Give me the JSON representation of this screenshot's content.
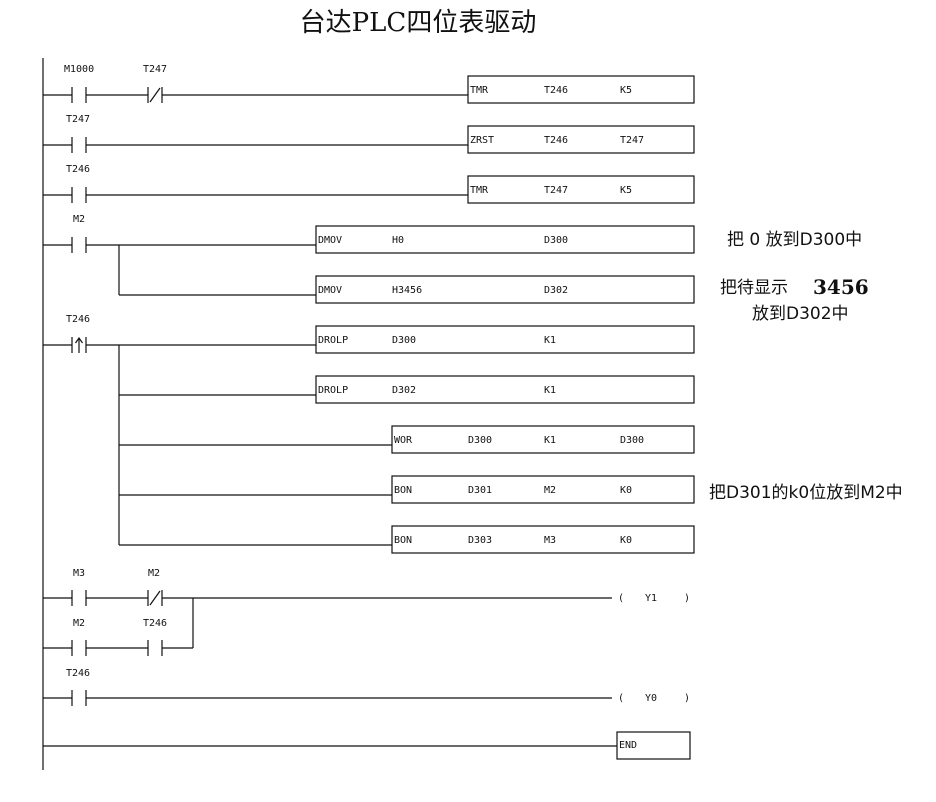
{
  "title": "台达PLC四位表驱动",
  "rungs": [
    {
      "contacts": [
        {
          "label": "M1000",
          "type": "no"
        },
        {
          "label": "T247",
          "type": "nc"
        }
      ],
      "instruction": {
        "op": "TMR",
        "args": [
          "T246",
          "K5"
        ]
      }
    },
    {
      "contacts": [
        {
          "label": "T247",
          "type": "no"
        }
      ],
      "instruction": {
        "op": "ZRST",
        "args": [
          "T246",
          "T247"
        ]
      }
    },
    {
      "contacts": [
        {
          "label": "T246",
          "type": "no"
        }
      ],
      "instruction": {
        "op": "TMR",
        "args": [
          "T247",
          "K5"
        ]
      }
    },
    {
      "contacts": [
        {
          "label": "M2",
          "type": "no"
        }
      ],
      "instructions": [
        {
          "op": "DMOV",
          "args": [
            "H0",
            "D300"
          ]
        },
        {
          "op": "DMOV",
          "args": [
            "H3456",
            "D302"
          ]
        }
      ]
    },
    {
      "contacts": [
        {
          "label": "T246",
          "type": "pulse"
        }
      ],
      "instructions": [
        {
          "op": "DROLP",
          "args": [
            "D300",
            "K1"
          ]
        },
        {
          "op": "DROLP",
          "args": [
            "D302",
            "K1"
          ]
        },
        {
          "op": "WOR",
          "args": [
            "D300",
            "K1",
            "D300"
          ]
        },
        {
          "op": "BON",
          "args": [
            "D301",
            "M2",
            "K0"
          ]
        },
        {
          "op": "BON",
          "args": [
            "D303",
            "M3",
            "K0"
          ]
        }
      ]
    },
    {
      "contacts": [
        {
          "label": "M3",
          "type": "no"
        },
        {
          "label": "M2",
          "type": "nc"
        }
      ],
      "parallel": [
        {
          "label": "M2",
          "type": "no"
        },
        {
          "label": "T246",
          "type": "no"
        }
      ],
      "coil": "Y1"
    },
    {
      "contacts": [
        {
          "label": "T246",
          "type": "no"
        }
      ],
      "coil": "Y0"
    },
    {
      "end": "END"
    }
  ],
  "notes": {
    "move_zero": "把 0 放到D300中",
    "display_prefix": "把待显示",
    "display_value": "3456",
    "display_suffix": "放到D302中",
    "bit_note": "把D301的k0位放到M2中"
  },
  "coil_open": "(",
  "coil_close": ")"
}
